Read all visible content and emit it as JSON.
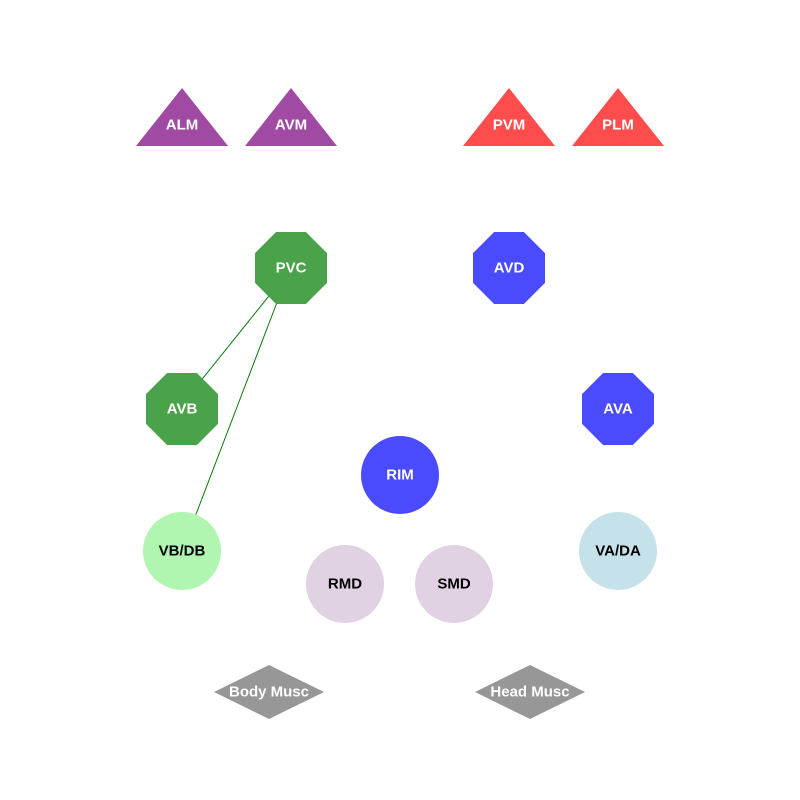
{
  "nodes": [
    {
      "id": "ALM",
      "label": "ALM",
      "shape": "triangle",
      "color": "#a04aa4",
      "text_color": "#ffffff"
    },
    {
      "id": "AVM",
      "label": "AVM",
      "shape": "triangle",
      "color": "#a04aa4",
      "text_color": "#ffffff"
    },
    {
      "id": "PVM",
      "label": "PVM",
      "shape": "triangle",
      "color": "#ff4d4d",
      "text_color": "#ffffff"
    },
    {
      "id": "PLM",
      "label": "PLM",
      "shape": "triangle",
      "color": "#ff4d4d",
      "text_color": "#ffffff"
    },
    {
      "id": "PVC",
      "label": "PVC",
      "shape": "octagon",
      "color": "#4aa24a",
      "text_color": "#ffffff"
    },
    {
      "id": "AVD",
      "label": "AVD",
      "shape": "octagon",
      "color": "#4a4aff",
      "text_color": "#ffffff"
    },
    {
      "id": "AVB",
      "label": "AVB",
      "shape": "octagon",
      "color": "#4aa24a",
      "text_color": "#ffffff"
    },
    {
      "id": "AVA",
      "label": "AVA",
      "shape": "octagon",
      "color": "#4a4aff",
      "text_color": "#ffffff"
    },
    {
      "id": "RIM",
      "label": "RIM",
      "shape": "circle",
      "color": "#4a4aff",
      "text_color": "#ffffff"
    },
    {
      "id": "VBDB",
      "label": "VB/DB",
      "shape": "circle",
      "color": "#b0f5b0",
      "text_color": "#000000"
    },
    {
      "id": "RMD",
      "label": "RMD",
      "shape": "circle",
      "color": "#e1d2e3",
      "text_color": "#000000"
    },
    {
      "id": "SMD",
      "label": "SMD",
      "shape": "circle",
      "color": "#e1d2e3",
      "text_color": "#000000"
    },
    {
      "id": "VADA",
      "label": "VA/DA",
      "shape": "circle",
      "color": "#c5e2ea",
      "text_color": "#000000"
    },
    {
      "id": "BODY",
      "label": "Body Musc",
      "shape": "diamond",
      "color": "#979797",
      "text_color": "#ffffff"
    },
    {
      "id": "HEAD",
      "label": "Head Musc",
      "shape": "diamond",
      "color": "#979797",
      "text_color": "#ffffff"
    }
  ],
  "edges": [
    {
      "from": "PVC",
      "to": "AVB",
      "color": "#0a7a0a"
    },
    {
      "from": "PVC",
      "to": "VBDB",
      "color": "#0a7a0a"
    }
  ]
}
